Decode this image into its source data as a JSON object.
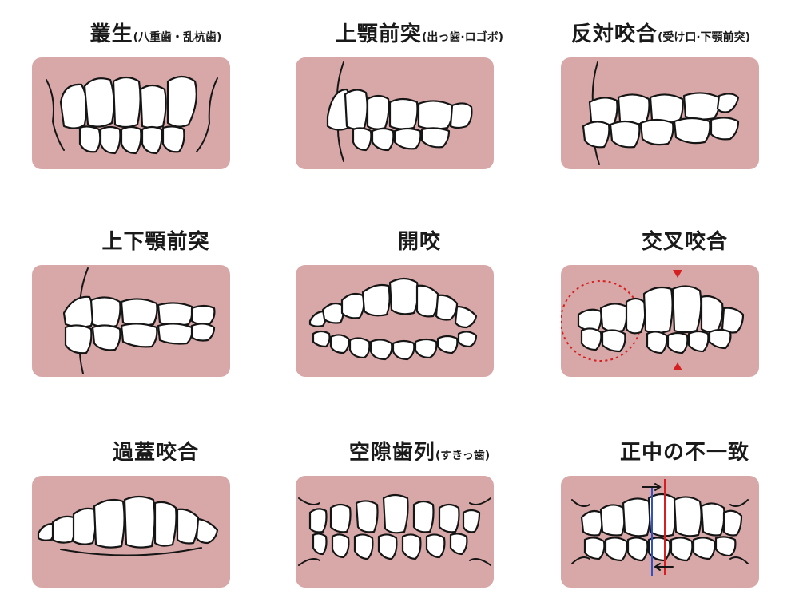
{
  "cards": [
    {
      "title": "叢生",
      "subtitle": "(八重歯・乱杭歯)",
      "illustration": "crowded-teeth"
    },
    {
      "title": "上顎前突",
      "subtitle": "(出っ歯·ロゴボ)",
      "illustration": "upper-protrusion"
    },
    {
      "title": "反対咬合",
      "subtitle": "(受け口·下顎前突)",
      "illustration": "underbite"
    },
    {
      "title": "上下顎前突",
      "subtitle": "",
      "illustration": "bimaxillary-protrusion"
    },
    {
      "title": "開咬",
      "subtitle": "",
      "illustration": "open-bite"
    },
    {
      "title": "交叉咬合",
      "subtitle": "",
      "illustration": "crossbite"
    },
    {
      "title": "過蓋咬合",
      "subtitle": "",
      "illustration": "deep-bite"
    },
    {
      "title": "空隙歯列",
      "subtitle": "(すきっ歯)",
      "illustration": "spaced-teeth"
    },
    {
      "title": "正中の不一致",
      "subtitle": "",
      "illustration": "midline-deviation"
    }
  ],
  "colors": {
    "card": "#d8a8a8",
    "tooth": "#ffffff",
    "outline": "#151515",
    "accent": "#d42020",
    "midline": "#3050c8"
  }
}
